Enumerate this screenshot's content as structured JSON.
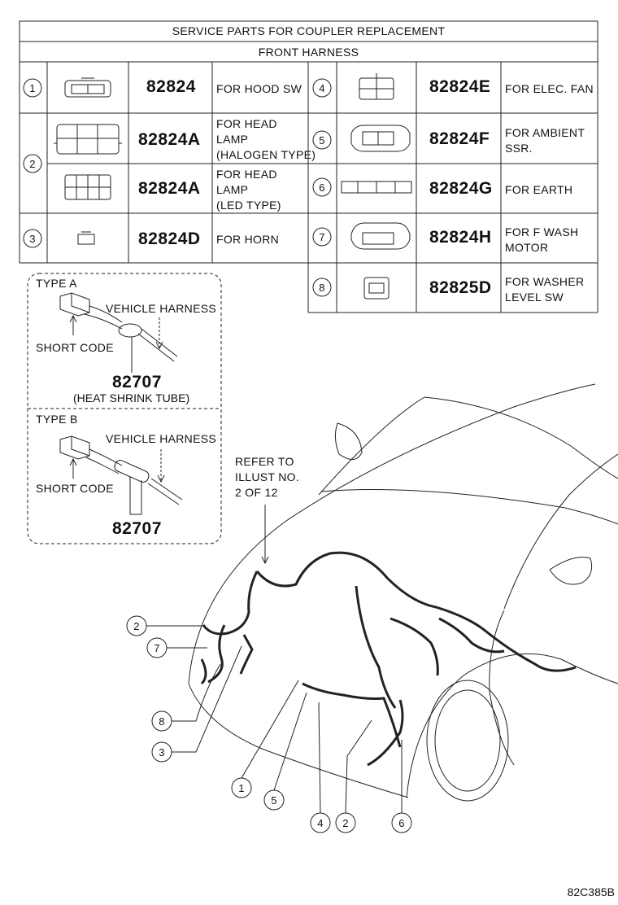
{
  "table": {
    "title": "SERVICE PARTS FOR COUPLER REPLACEMENT",
    "subtitle": "FRONT HARNESS",
    "left_rows": [
      {
        "num": "1",
        "part": "82824",
        "desc": [
          "FOR HOOD SW"
        ]
      },
      {
        "num": "2",
        "part": "82824A",
        "desc": [
          "FOR HEAD",
          "LAMP",
          "(HALOGEN TYPE)"
        ]
      },
      {
        "num": "",
        "part": "82824A",
        "desc": [
          "FOR HEAD",
          "LAMP",
          "(LED TYPE)"
        ]
      },
      {
        "num": "3",
        "part": "82824D",
        "desc": [
          "FOR HORN"
        ]
      }
    ],
    "right_rows": [
      {
        "num": "4",
        "part": "82824E",
        "desc": [
          "FOR ELEC. FAN"
        ]
      },
      {
        "num": "5",
        "part": "82824F",
        "desc": [
          "FOR AMBIENT",
          "SSR."
        ]
      },
      {
        "num": "6",
        "part": "82824G",
        "desc": [
          "FOR EARTH"
        ]
      },
      {
        "num": "7",
        "part": "82824H",
        "desc": [
          "FOR F WASH",
          "MOTOR"
        ]
      },
      {
        "num": "8",
        "part": "82825D",
        "desc": [
          "FOR WASHER",
          "LEVEL SW"
        ]
      }
    ]
  },
  "inset": {
    "type_a": {
      "label": "TYPE A",
      "vehicle_harness": "VEHICLE HARNESS",
      "short_code": "SHORT CODE",
      "part": "82707",
      "caption": "(HEAT SHRINK TUBE)"
    },
    "type_b": {
      "label": "TYPE B",
      "vehicle_harness": "VEHICLE HARNESS",
      "short_code": "SHORT CODE",
      "part": "82707"
    }
  },
  "refer": [
    "REFER TO",
    "ILLUST NO.",
    "2 OF 12"
  ],
  "callouts": [
    "2",
    "7",
    "8",
    "3",
    "1",
    "5",
    "4",
    "2",
    "6"
  ],
  "footer_code": "82C385B"
}
